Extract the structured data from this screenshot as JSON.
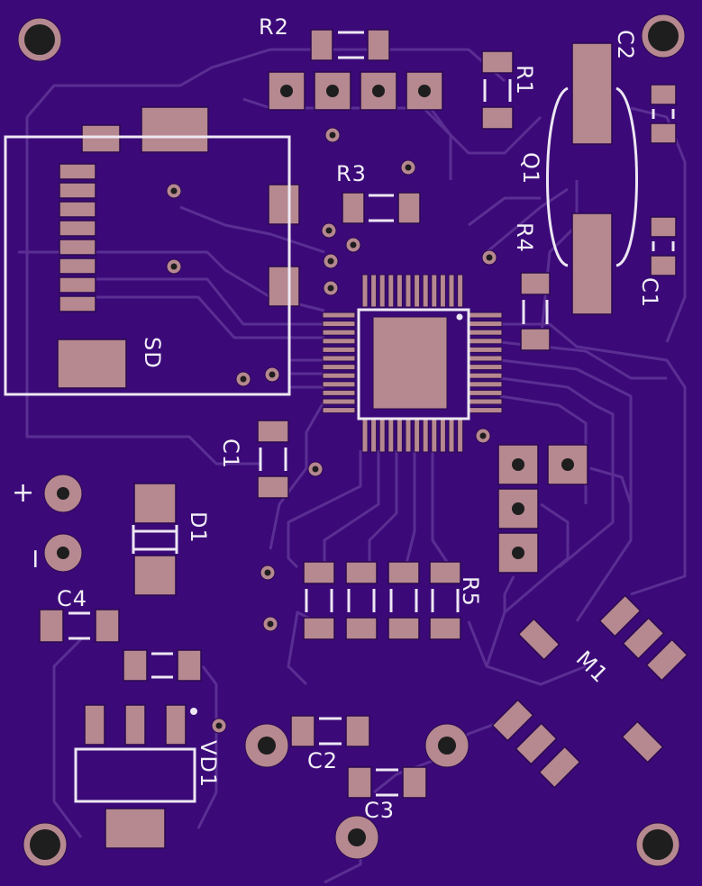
{
  "board": {
    "colors": {
      "substrate": "#3b0a78",
      "copper_trace": "#5a2e93",
      "pad": "#b6888f",
      "silkscreen": "#ede7f3",
      "hole": "#222222"
    }
  },
  "labels": {
    "r2": "R2",
    "c2_top": "C2",
    "r1": "R1",
    "q1": "Q1",
    "r3": "R3",
    "r4": "R4",
    "c1_right": "C1",
    "sd": "SD",
    "c1_left": "C1",
    "d1": "D1",
    "plus": "+",
    "minus": "−",
    "c4": "C4",
    "r5": "R5",
    "m1": "M1",
    "vd1": "VD1",
    "c2_bottom": "C2",
    "c3": "C3"
  }
}
